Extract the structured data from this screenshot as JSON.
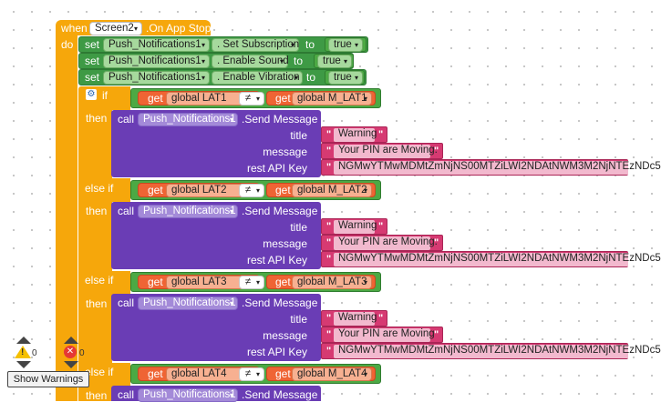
{
  "event": {
    "when_label": "when",
    "component": "Screen2",
    "event_name": ".On App Stop",
    "do_label": "do"
  },
  "sets": [
    {
      "set_label": "set",
      "component": "Push_Notifications1",
      "property": ". Set Subscription",
      "to_label": "to",
      "value": "true"
    },
    {
      "set_label": "set",
      "component": "Push_Notifications1",
      "property": ". Enable Sound",
      "to_label": "to",
      "value": "true"
    },
    {
      "set_label": "set",
      "component": "Push_Notifications1",
      "property": ". Enable Vibration",
      "to_label": "to",
      "value": "true"
    }
  ],
  "if_block": {
    "if_label": "if",
    "branches": [
      {
        "keyword": "then",
        "get_label": "get",
        "left_var": "global LAT1",
        "op": "≠",
        "right_var": "global M_LAT1"
      },
      {
        "keyword": "else if",
        "get_label": "get",
        "left_var": "global LAT2",
        "op": "≠",
        "right_var": "global M_LAT2"
      },
      {
        "keyword": "else if",
        "get_label": "get",
        "left_var": "global LAT3",
        "op": "≠",
        "right_var": "global M_LAT3"
      },
      {
        "keyword": "else if",
        "get_label": "get",
        "left_var": "global LAT4",
        "op": "≠",
        "right_var": "global M_LAT4"
      }
    ],
    "then_label": "then"
  },
  "calls": [
    {
      "call_label": "call",
      "component": "Push_Notifications1",
      "method": ".Send Message",
      "title_label": "title",
      "title_value": "Warning",
      "message_label": "message",
      "message_value": "Your PIN are Moving.",
      "key_label": "rest API Key",
      "key_value": "NGMwYTMwMDMtZmNjNS00MTZiLWI2NDAtNWM3M2NjNTEzNDc5"
    },
    {
      "call_label": "call",
      "component": "Push_Notifications1",
      "method": ".Send Message",
      "title_label": "title",
      "title_value": "Warning",
      "message_label": "message",
      "message_value": "Your PIN are Moving.",
      "key_label": "rest API Key",
      "key_value": "NGMwYTMwMDMtZmNjNS00MTZiLWI2NDAtNWM3M2NjNTEzNDc5"
    },
    {
      "call_label": "call",
      "component": "Push_Notifications1",
      "method": ".Send Message",
      "title_label": "title",
      "title_value": "Warning",
      "message_label": "message",
      "message_value": "Your PIN are Moving",
      "key_label": "rest API Key",
      "key_value": "NGMwYTMwMDMtZmNjNS00MTZiLWI2NDAtNWM3M2NjNTEzNDc5"
    },
    {
      "call_label": "call",
      "component": "Push_Notifications1",
      "method": ".Send Message"
    }
  ],
  "quote_char": "\"",
  "dropdown_arrow": "▾",
  "gear_glyph": "⚙",
  "warnings": {
    "warning_count": "0",
    "error_count": "0",
    "warning_icon": "warning-triangle-icon",
    "error_icon": "error-circle-icon",
    "error_glyph": "✕",
    "warning_glyph": "!",
    "button_label": "Show Warnings"
  },
  "colors": {
    "event": "#f6a70b",
    "setter": "#3e9a45",
    "control": "#2a66b3",
    "call": "#6a3db5",
    "getter": "#ef6434",
    "text": "#d63a72",
    "logic": "#4ca944"
  }
}
